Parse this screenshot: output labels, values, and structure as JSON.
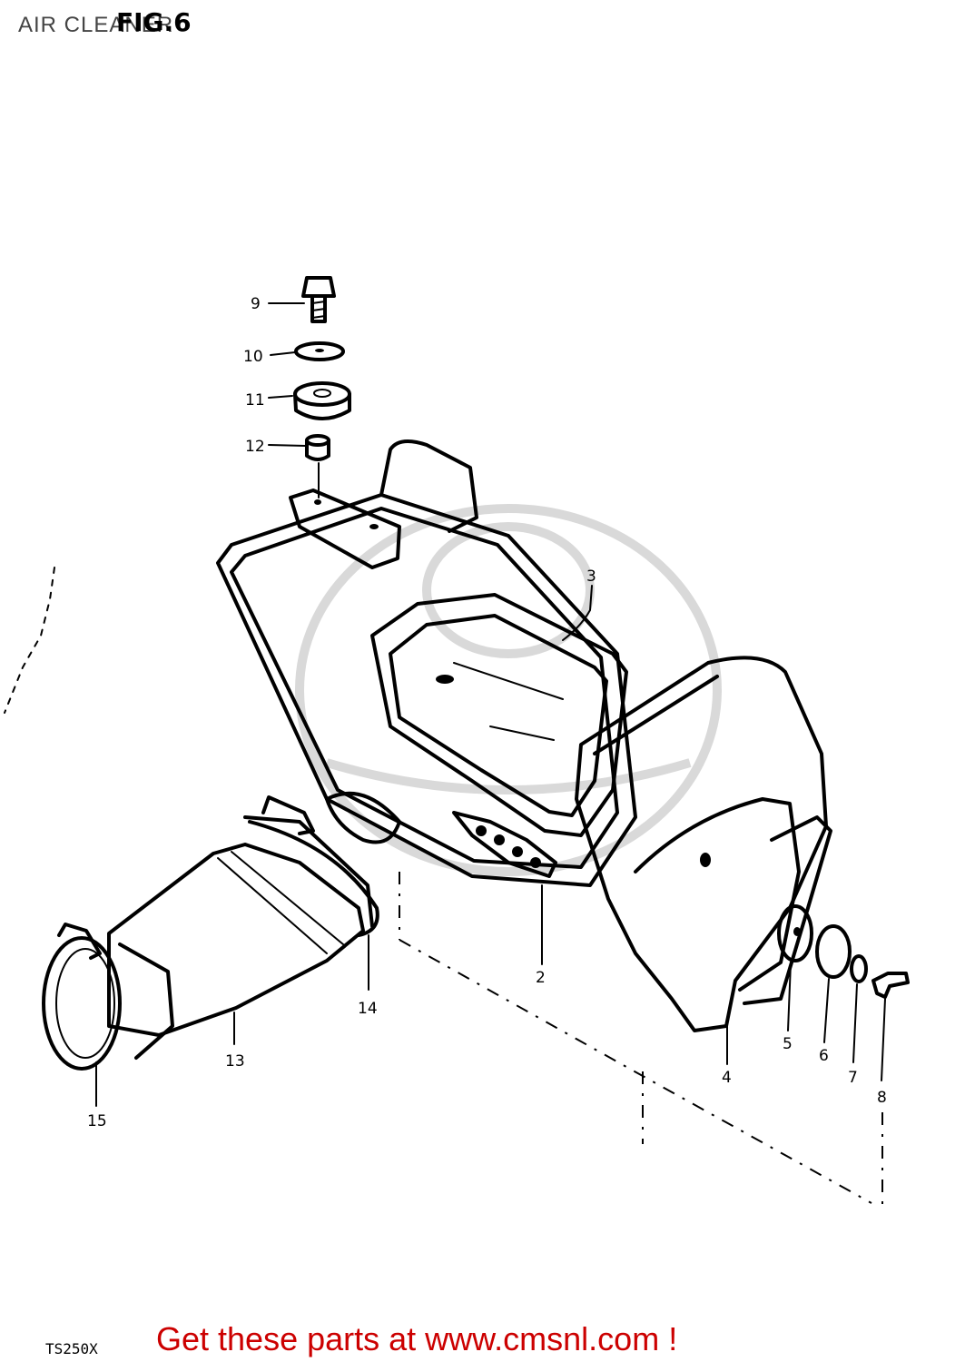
{
  "header": {
    "title": "AIR CLEANER",
    "figure": "FIG.6"
  },
  "model": "TS250X",
  "promo_link": "Get these parts at www.cmsnl.com !",
  "colors": {
    "promo": "#cc0000",
    "ink": "#000000"
  },
  "callouts": [
    {
      "id": "c9",
      "label": "9"
    },
    {
      "id": "c10",
      "label": "10"
    },
    {
      "id": "c11",
      "label": "11"
    },
    {
      "id": "c12",
      "label": "12"
    },
    {
      "id": "c3",
      "label": "3"
    },
    {
      "id": "c2",
      "label": "2"
    },
    {
      "id": "c14",
      "label": "14"
    },
    {
      "id": "c13",
      "label": "13"
    },
    {
      "id": "c15",
      "label": "15"
    },
    {
      "id": "c4",
      "label": "4"
    },
    {
      "id": "c5",
      "label": "5"
    },
    {
      "id": "c6",
      "label": "6"
    },
    {
      "id": "c7",
      "label": "7"
    },
    {
      "id": "c8",
      "label": "8"
    }
  ]
}
